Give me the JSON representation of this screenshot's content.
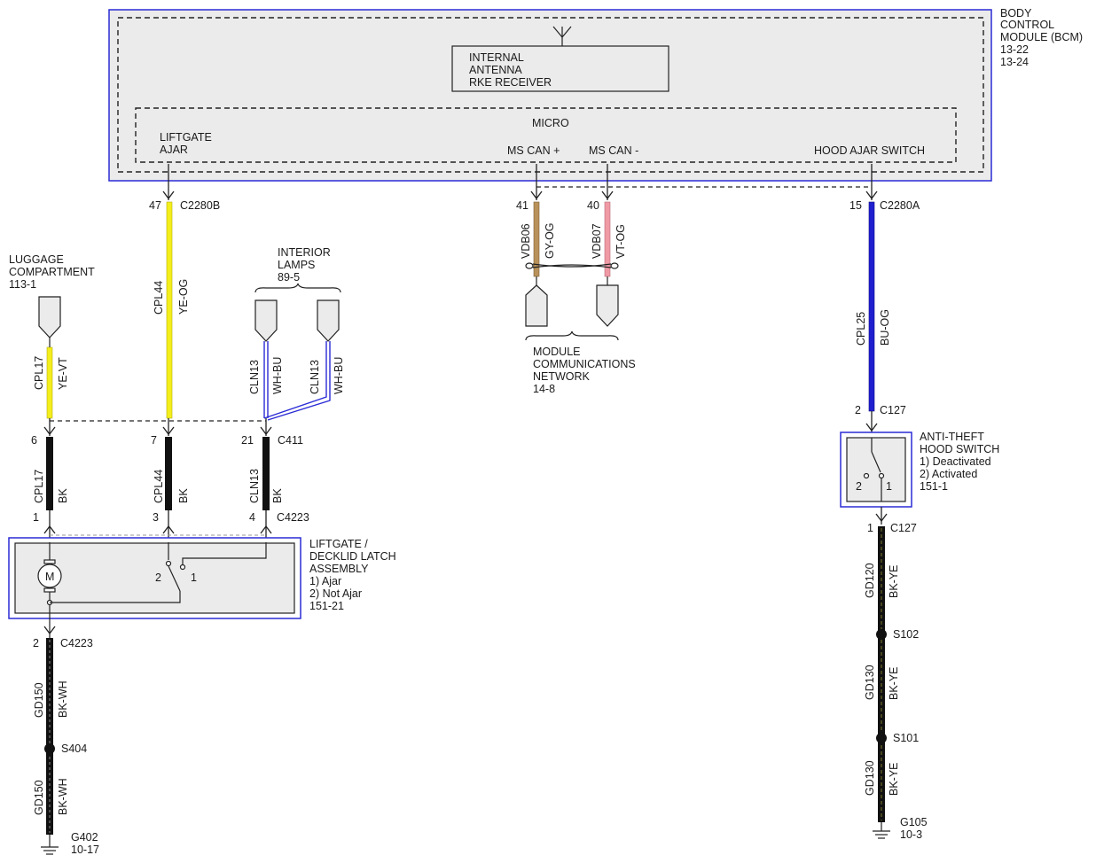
{
  "bcm": {
    "title": [
      "BODY",
      "CONTROL",
      "MODULE (BCM)",
      "13-22",
      "13-24"
    ],
    "antenna": [
      "INTERNAL",
      "ANTENNA",
      "RKE RECEIVER"
    ],
    "micro": "MICRO",
    "liftgate_ajar": [
      "LIFTGATE",
      "AJAR"
    ],
    "ms_can_plus": "MS CAN +",
    "ms_can_minus": "MS CAN -",
    "hood_ajar_switch": "HOOD AJAR SWITCH"
  },
  "pins": {
    "p47": "47",
    "c2280b": "C2280B",
    "p41": "41",
    "p40": "40",
    "p15": "15",
    "c2280a": "C2280A",
    "p6": "6",
    "p7": "7",
    "p21": "21",
    "c411": "C411",
    "p1": "1",
    "p3": "3",
    "p4": "4",
    "c4223": "C4223",
    "p2": "2",
    "c4223b": "C4223",
    "p2b": "2",
    "c127": "C127",
    "p1b": "1",
    "c127b": "C127",
    "s404": "S404",
    "s102": "S102",
    "s101": "S101"
  },
  "wires": {
    "cpl17": "CPL17",
    "ye_vt": "YE-VT",
    "cpl44": "CPL44",
    "ye_og": "YE-OG",
    "cln13": "CLN13",
    "wh_bu": "WH-BU",
    "bk": "BK",
    "vdb06": "VDB06",
    "gy_og": "GY-OG",
    "vdb07": "VDB07",
    "vt_og": "VT-OG",
    "cpl25": "CPL25",
    "bu_og": "BU-OG",
    "gd150": "GD150",
    "bk_wh": "BK-WH",
    "gd120": "GD120",
    "bk_ye": "BK-YE",
    "gd130": "GD130"
  },
  "labels": {
    "luggage": [
      "LUGGAGE",
      "COMPARTMENT",
      "113-1"
    ],
    "interior_lamps": [
      "INTERIOR",
      "LAMPS",
      "89-5"
    ],
    "module_comm": [
      "MODULE",
      "COMMUNICATIONS",
      "NETWORK",
      "14-8"
    ],
    "liftgate_assembly": [
      "LIFTGATE /",
      "DECKLID LATCH",
      "ASSEMBLY",
      "1) Ajar",
      "2) Not Ajar",
      "151-21"
    ],
    "anti_theft": [
      "ANTI-THEFT",
      "HOOD SWITCH",
      "1) Deactivated",
      "2) Activated",
      "151-1"
    ],
    "g402": [
      "G402",
      "10-17"
    ],
    "g105": [
      "G105",
      "10-3"
    ],
    "motor": "M",
    "sw_pos_2": "2",
    "sw_pos_1": "1"
  },
  "colors": {
    "border_blue": "#2b2bd6",
    "box_fill": "#ebebeb",
    "yellow": "#f4ee1c",
    "blue_wire": "#1f1fd0",
    "brown_wire": "#b8925a",
    "pink_wire": "#f09aa6",
    "black_wire": "#111111",
    "ground_dash": "#6e6a2a"
  }
}
